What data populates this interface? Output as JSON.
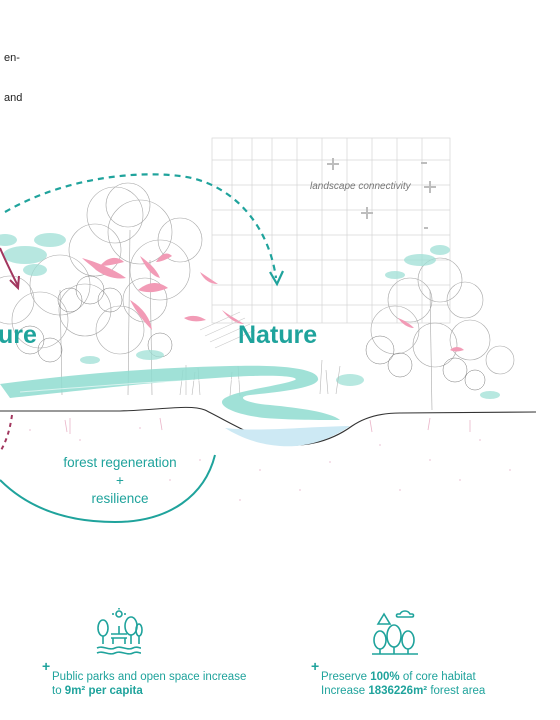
{
  "fragments": {
    "line1": "en-",
    "line2": "and"
  },
  "diagram": {
    "landscape_label": "landscape connectivity",
    "nature_label": "Nature",
    "left_label_fragment": "ure",
    "cycle_text": {
      "line1": "forest regeneration",
      "plus": "+",
      "line2": "resilience"
    }
  },
  "stats": [
    {
      "icon": "park-icon",
      "prefix": "Public parks and open space increase",
      "line2_prefix": "to ",
      "line2_bold": "9m² per capita"
    },
    {
      "icon": "forest-habitat-icon",
      "line1_prefix": "Preserve ",
      "line1_bold": "100%",
      "line1_suffix": " of core habitat",
      "line2_prefix": "Increase ",
      "line2_bold": "1836226m²",
      "line2_suffix": " forest area"
    }
  ],
  "colors": {
    "teal": "#1fa39c",
    "pink": "#f29bb6",
    "mint": "#8fdcd0",
    "grid": "#d8d8d8",
    "sketch": "#9a9a9a"
  }
}
